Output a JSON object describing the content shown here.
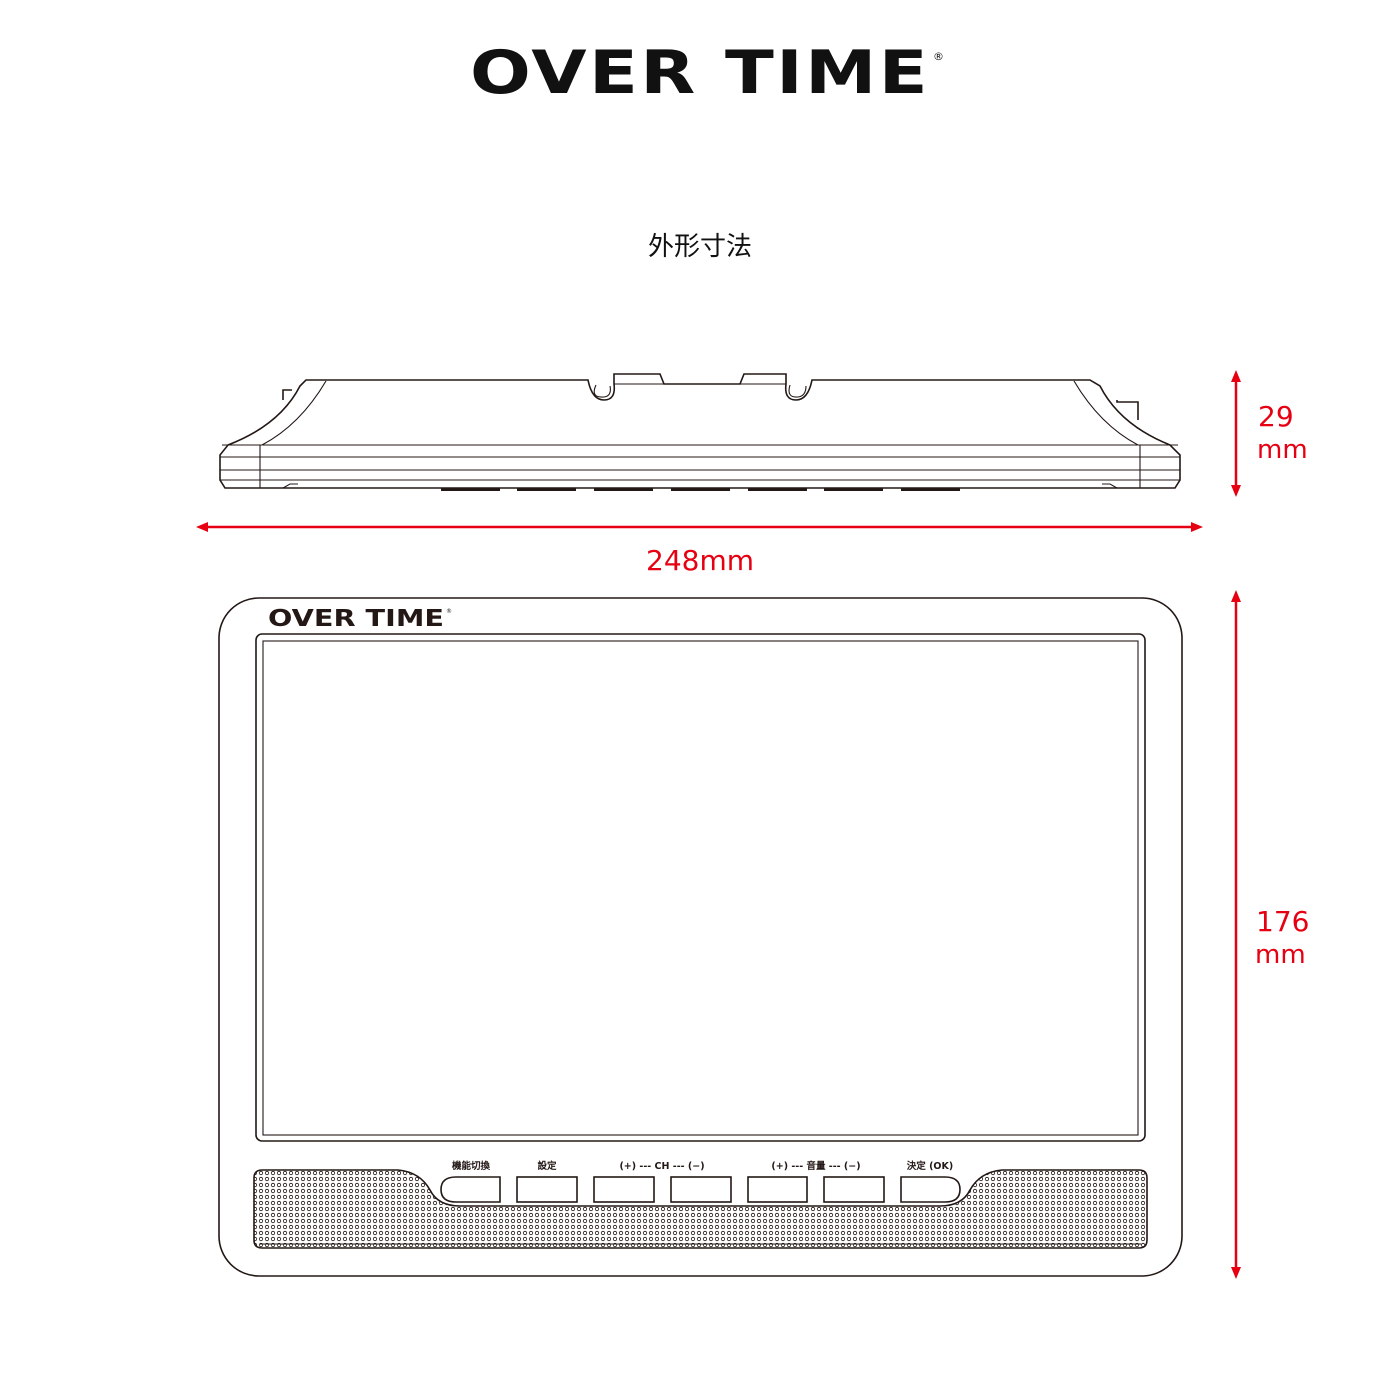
{
  "brand": {
    "logo_text": "OVER TIME",
    "registered_mark": "®"
  },
  "title": "外形寸法",
  "dimensions": {
    "width": "248mm",
    "depth_value": "29",
    "depth_unit": "mm",
    "height_value": "176",
    "height_unit": "mm"
  },
  "device": {
    "bezel_logo": "OVER TIME",
    "buttons": [
      {
        "label": "機能切換"
      },
      {
        "label": "設定"
      },
      {
        "label": "(+) --- CH --- (−)"
      },
      {
        "label": "(+) --- 音量 --- (−)"
      },
      {
        "label": "決定 (OK)"
      }
    ]
  },
  "colors": {
    "dimension": "#e60012",
    "line": "#231815"
  }
}
